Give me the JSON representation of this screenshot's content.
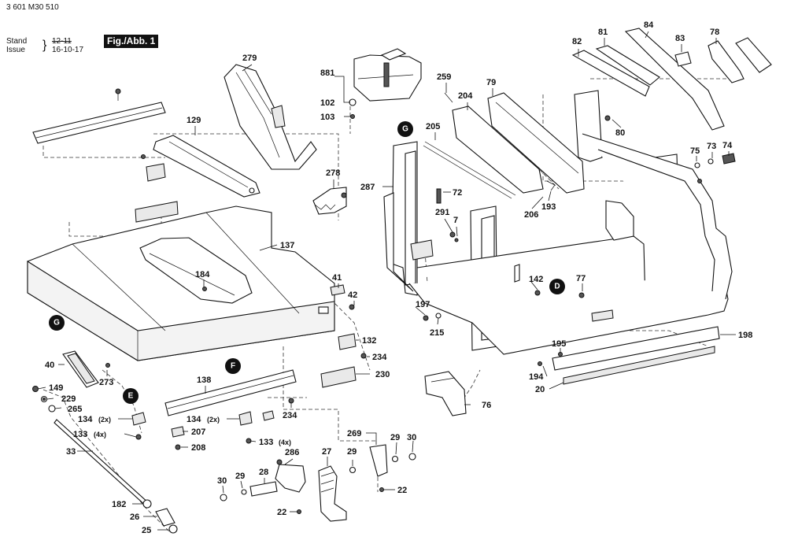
{
  "header": {
    "doc_number": "3 601 M30 510",
    "stand_label": "Stand",
    "issue_label": "Issue",
    "stand_old_date": "12-11",
    "issue_date": "16-10-17",
    "figure_label": "Fig./Abb. 1"
  },
  "section_markers": {
    "G_top": "G",
    "G_left": "G",
    "D": "D",
    "E": "E",
    "F": "F"
  },
  "labels": {
    "p279": "279",
    "p881": "881",
    "p102": "102",
    "p103": "103",
    "p259": "259",
    "p204": "204",
    "p79": "79",
    "p205": "205",
    "p82": "82",
    "p81": "81",
    "p84": "84",
    "p83": "83",
    "p78": "78",
    "p80": "80",
    "p75": "75",
    "p73": "73",
    "p74": "74",
    "p129": "129",
    "p278": "278",
    "p287": "287",
    "p72": "72",
    "p206": "206",
    "p193": "193",
    "p291": "291",
    "p7": "7",
    "p137": "137",
    "p184": "184",
    "p41": "41",
    "p42": "42",
    "p142": "142",
    "p77": "77",
    "p197": "197",
    "p215": "215",
    "p132": "132",
    "p234a": "234",
    "p230": "230",
    "p198": "198",
    "p195": "195",
    "p194": "194",
    "p20": "20",
    "p40": "40",
    "p273": "273",
    "p138": "138",
    "p149": "149",
    "p229": "229",
    "p265": "265",
    "p134a": "134",
    "p134a_qty": "(2x)",
    "p134b": "134",
    "p134b_qty": "(2x)",
    "p133a": "133",
    "p133a_qty": "(4x)",
    "p133b": "133",
    "p133b_qty": "(4x)",
    "p234b": "234",
    "p207": "207",
    "p208": "208",
    "p76": "76",
    "p33": "33",
    "p269": "269",
    "p29a": "29",
    "p30a": "30",
    "p27": "27",
    "p29b": "29",
    "p286": "286",
    "p28": "28",
    "p29c": "29",
    "p30b": "30",
    "p22a": "22",
    "p22b": "22",
    "p182": "182",
    "p26": "26",
    "p25": "25"
  }
}
